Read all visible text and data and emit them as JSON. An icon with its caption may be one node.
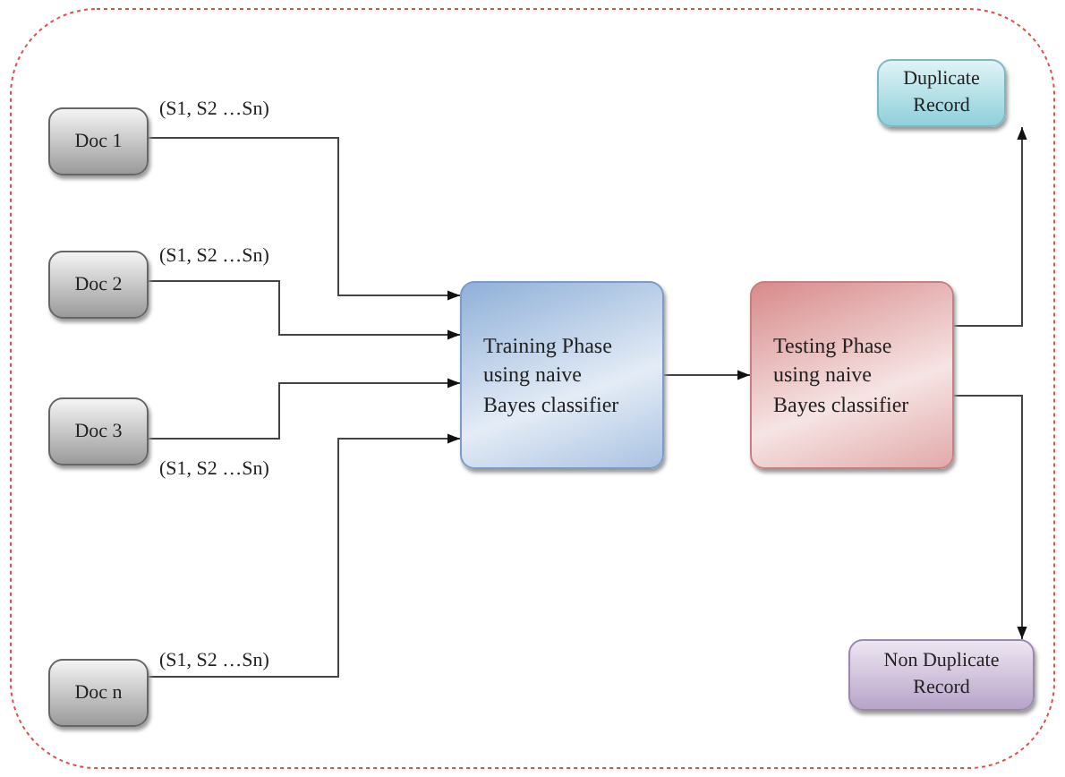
{
  "diagram": {
    "nodes": [
      {
        "text": [
          "Doc 1"
        ]
      },
      {
        "text": [
          "Doc 2"
        ]
      },
      {
        "text": [
          "Doc 3"
        ]
      },
      {
        "text": [
          "Doc n"
        ]
      },
      {
        "text": [
          "Training Phase using naive Bayes classifier"
        ]
      },
      {
        "text": [
          "Testing Phase using naive Bayes classifier"
        ]
      },
      {
        "text": [
          "Duplicate Record"
        ]
      },
      {
        "text": [
          "Non Duplicate Record"
        ]
      }
    ],
    "edges": [
      {
        "from": 0,
        "to": 4,
        "arrow": "to",
        "label": "(S1, S2 …Sn)"
      },
      {
        "from": 1,
        "to": 4,
        "arrow": "to",
        "label": "(S1, S2 …Sn)"
      },
      {
        "from": 2,
        "to": 4,
        "arrow": "to",
        "label": "(S1, S2 …Sn)"
      },
      {
        "from": 3,
        "to": 4,
        "arrow": "to",
        "label": "(S1, S2 …Sn)"
      },
      {
        "from": 4,
        "to": 5,
        "arrow": "to"
      },
      {
        "from": 5,
        "to": 6,
        "arrow": "to"
      },
      {
        "from": 5,
        "to": 7,
        "arrow": "to"
      }
    ]
  }
}
